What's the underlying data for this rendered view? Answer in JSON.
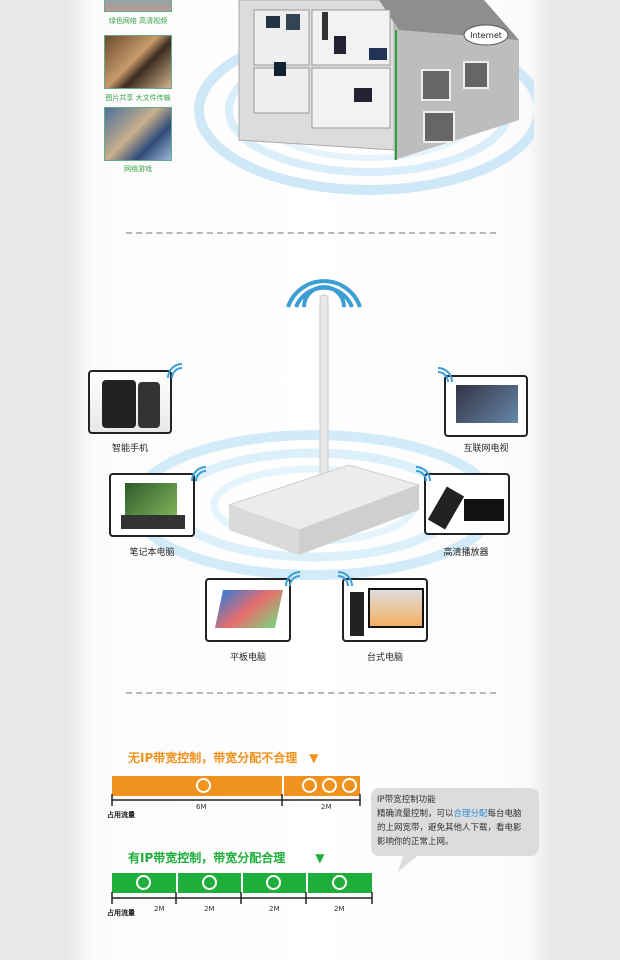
{
  "top": {
    "captions": [
      "绿色网络 高清视频",
      "图片共享 大文件传输",
      "网络游戏"
    ],
    "internet_label": "Internet"
  },
  "devices": {
    "phone": "智能手机",
    "tv": "互联网电视",
    "laptop": "笔记本电脑",
    "player": "高清播放器",
    "tablet": "平板电脑",
    "desktop": "台式电脑"
  },
  "no_control": {
    "title": "无IP带宽控制，带宽分配不合理",
    "axis_label": "占用流量",
    "ticks": [
      "6M",
      "2M"
    ],
    "color": "#f0931e"
  },
  "with_control": {
    "title": "有IP带宽控制，带宽分配合理",
    "axis_label": "占用流量",
    "ticks": [
      "2M",
      "2M",
      "2M",
      "2M"
    ],
    "color": "#1fae3b"
  },
  "bubble": {
    "heading": "IP带宽控制功能",
    "line1_pre": "精确流量控制，可以",
    "line1_hl": "合理分配",
    "line1_post": "每台电脑",
    "line2": "的上网宽带，避免其他人下载，看电影",
    "line3": "影响你的正常上网。"
  }
}
